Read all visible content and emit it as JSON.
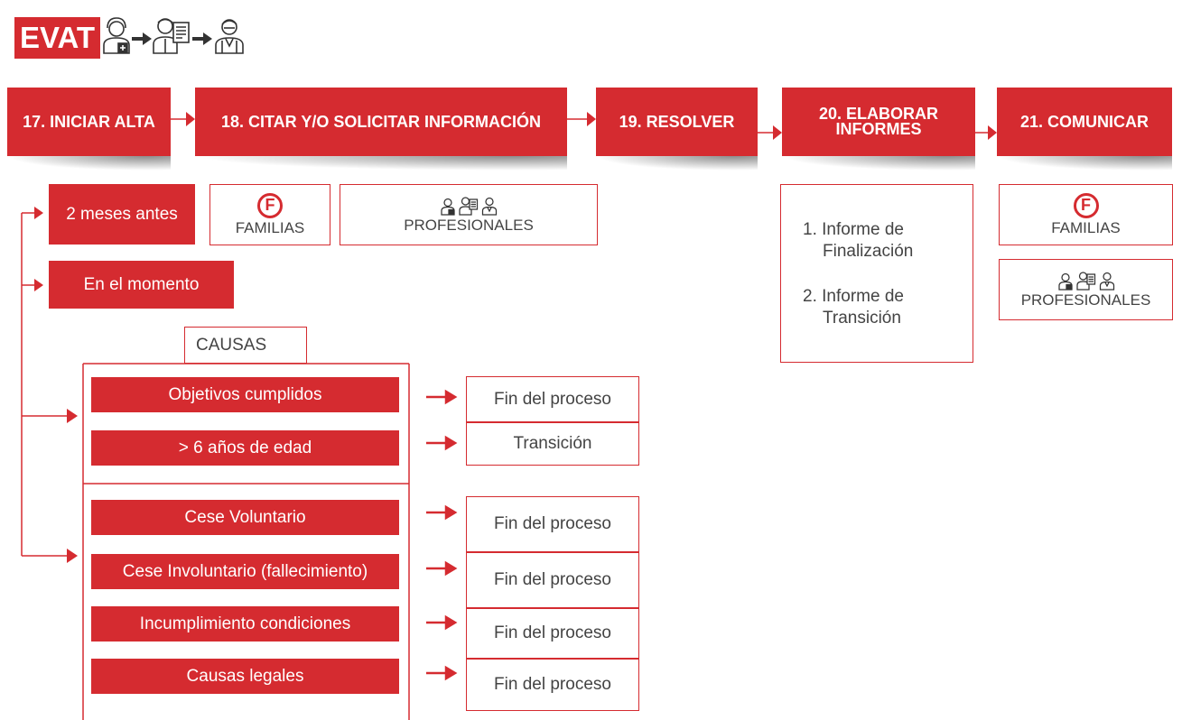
{
  "header": {
    "logo_text": "EVAT"
  },
  "steps": [
    {
      "label": "17. INICIAR ALTA"
    },
    {
      "label": "18. CITAR Y/O SOLICITAR INFORMACIÓN"
    },
    {
      "label": "19. RESOLVER"
    },
    {
      "label_line1": "20. ELABORAR",
      "label_line2": "INFORMES"
    },
    {
      "label": "21. COMUNICAR"
    }
  ],
  "timing": {
    "before": "2 meses antes",
    "now": "En el momento"
  },
  "recipients": {
    "families": "FAMILIAS",
    "professionals": "PROFESIONALES",
    "family_badge": "F"
  },
  "reports": {
    "item1": "1. Informe de Finalización",
    "item2": "2. Informe de Transición"
  },
  "causes": {
    "title": "CAUSAS",
    "group1": [
      {
        "cause": "Objetivos cumplidos",
        "result": "Fin del proceso"
      },
      {
        "cause": "> 6 años de edad",
        "result": "Transición"
      }
    ],
    "group2": [
      {
        "cause": "Cese Voluntario",
        "result": "Fin del proceso"
      },
      {
        "cause": "Cese Involuntario (fallecimiento)",
        "result": "Fin del proceso"
      },
      {
        "cause": "Incumplimiento condiciones",
        "result": "Fin del proceso"
      },
      {
        "cause": "Causas legales",
        "result": "Fin del proceso"
      }
    ]
  },
  "colors": {
    "accent": "#d52b30",
    "text": "#444444"
  }
}
